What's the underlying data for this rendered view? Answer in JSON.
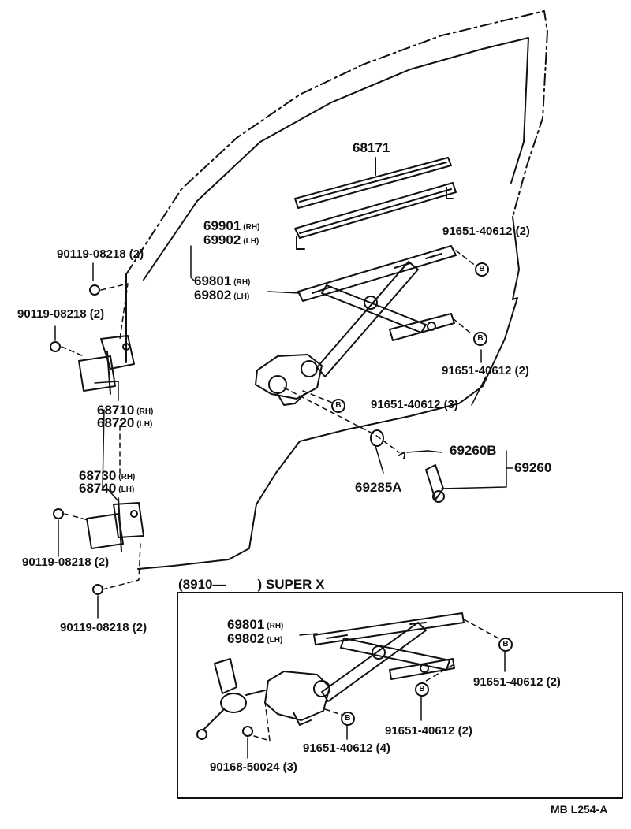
{
  "parts": {
    "weatherstrip_upper": "68171",
    "weatherstrip_lower_rh": "69901",
    "weatherstrip_lower_lh": "69902",
    "regulator_rh": "69801",
    "regulator_lh": "69802",
    "bolt_b_top": "91651-40612 (2)",
    "bolt_b_mid": "91651-40612 (2)",
    "bolt_b_low": "91651-40612 (3)",
    "handle_clip": "69260B",
    "handle_assy": "69260",
    "handle_washer": "69285A",
    "hinge_upper_rh": "68710",
    "hinge_upper_lh": "68720",
    "hinge_lower_rh": "68730",
    "hinge_lower_lh": "68740",
    "hinge_bolt_1": "90119-08218 (2)",
    "hinge_bolt_2": "90119-08218 (2)",
    "hinge_bolt_3": "90119-08218 (2)",
    "hinge_bolt_4": "90119-08218 (2)"
  },
  "side_marks": {
    "rh": "(RH)",
    "lh": "(LH)"
  },
  "badge_letter": "B",
  "inset": {
    "title_prefix": "(8910—",
    "title_suffix": ") SUPER X",
    "regulator_rh": "69801",
    "regulator_lh": "69802",
    "bolt_b_top": "91651-40612 (2)",
    "bolt_b_mid": "91651-40612 (2)",
    "bolt_b_low": "91651-40612 (4)",
    "motor_bolt": "90168-50024 (3)"
  },
  "footer_code": "MB  L254-A"
}
